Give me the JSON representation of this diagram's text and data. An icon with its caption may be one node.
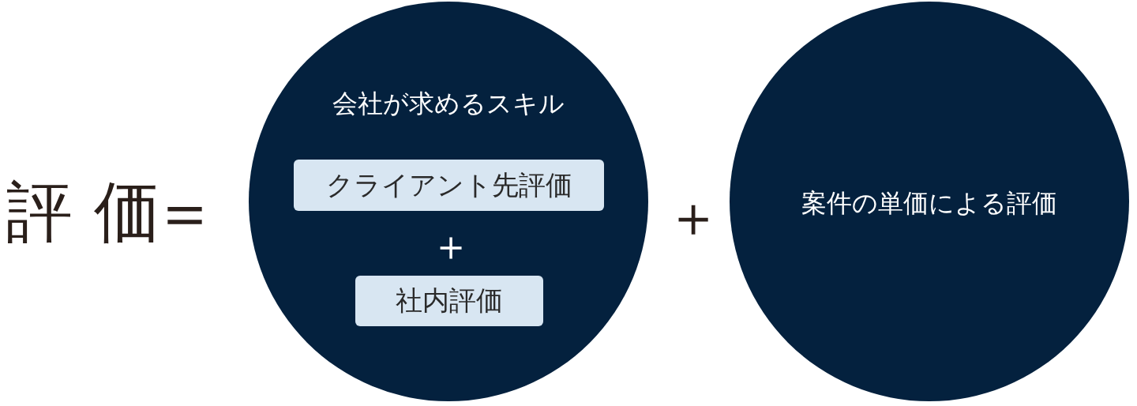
{
  "diagram": {
    "nodes": [
      {
        "text": [
          "会社が求めるスキル"
        ]
      },
      {
        "text": [
          "クライアント先評価"
        ],
        "in": 0
      },
      {
        "text": [
          "社内評価"
        ],
        "in": 0
      },
      {
        "text": [
          "案件の単価による評価"
        ]
      }
    ],
    "labels": [
      "評 価",
      "＝",
      "＋",
      "＋"
    ]
  }
}
